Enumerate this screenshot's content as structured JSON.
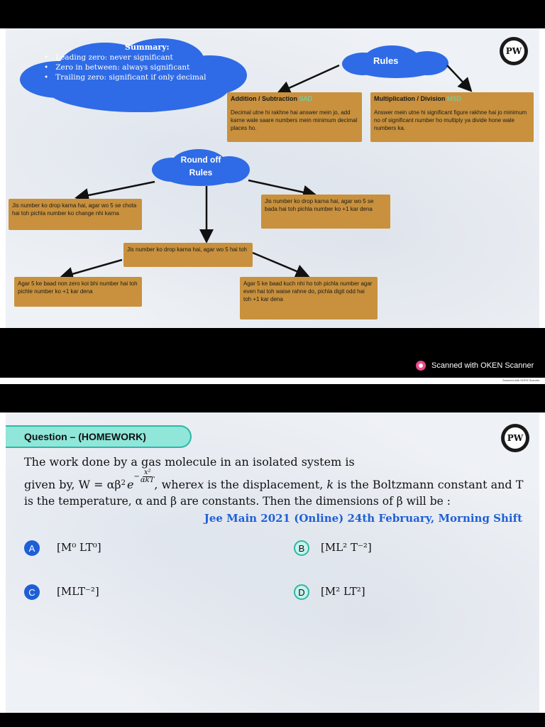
{
  "slide1": {
    "summary": {
      "title": "Summary:",
      "items": [
        "Leading zero: never significant",
        "Zero in between: always significant",
        "Trailing zero: significant if only decimal"
      ]
    },
    "logo_text": "PW",
    "rules_label": "Rules",
    "addition_box": {
      "heading": "Addition / Subtraction",
      "tag": "SAD",
      "body": "Decimal utne hi rakhne hai answer mein jo, add karne wale saare numbers mein minimum decimal places ho."
    },
    "multiplication_box": {
      "heading": "Multiplication / Division",
      "tag": "MSD",
      "body": "Answer mein utne hi significant figure rakhne hai jo minimum no of significant number ho multiply ya divide hone wale numbers ka."
    },
    "roundoff_label_1": "Round off",
    "roundoff_label_2": "Rules",
    "box_less_than_5": "Jis number ko drop karna hai, agar wo 5 se chota hai toh pichla number ko change nhi karna",
    "box_greater_than_5": "Jis number ko drop karna hai, agar wo 5 se bada hai toh pichla number ko +1 kar dena",
    "box_equal_5": "Jis number ko drop karna hai, agar wo 5 hai toh",
    "box_nonzero_after_5": "Agar 5 ke baad non zero koi bhi number hai toh pichle number ko +1 kar dena",
    "box_nothing_after_5": "Agar 5 ke baad kuch nhi ho toh pichla number agar even hai toh waise rahne do, pichla digit odd hai toh +1 kar dena"
  },
  "scanner": {
    "label": "Scanned with OKEN Scanner",
    "small_label": "Scanned with OKEN Scanner"
  },
  "slide2": {
    "logo_text": "PW",
    "banner": "Question – (HOMEWORK)",
    "question_line1": "The work done by a gas molecule in an isolated system is",
    "q2_given": "given by, W = αβ",
    "q2_sq": "2",
    "q2_e": "e",
    "q2_num": "x²",
    "q2_den": "αkT",
    "q2_where": ", where ",
    "q2_x": "x",
    "q2_mid": " is the displacement, ",
    "q2_k": "k",
    "q2_end": " is the Boltzmann constant and T",
    "question_line3": "is the temperature, α and β are constants. Then the dimensions of β will be :",
    "source": "Jee Main 2021 (Online) 24th February, Morning Shift",
    "options": [
      {
        "letter": "A",
        "text": "[M⁰ LT⁰]"
      },
      {
        "letter": "B",
        "text": "[ML² T⁻²]"
      },
      {
        "letter": "C",
        "text": "[MLT⁻²]"
      },
      {
        "letter": "D",
        "text": "[M² LT²]"
      }
    ]
  }
}
